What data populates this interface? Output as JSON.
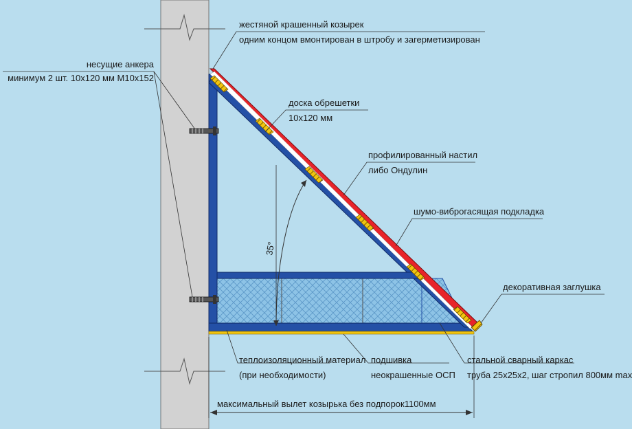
{
  "labels": {
    "visor_1": "жестяной крашенный козырек",
    "visor_2": "одним концом вмонтирован в штробу и загерметизирован",
    "anchors_1": "несущие анкера",
    "anchors_2": "минимум 2 шт. 10x120 мм М10x152",
    "board_1": "доска обрешетки",
    "board_2": "10x120 мм",
    "deck_1": "профилированный настил",
    "deck_2": "либо Ондулин",
    "pad": "шумо-виброгасящая подкладка",
    "plug": "декоративная заглушка",
    "insul_1": "теплоизоляционный материал",
    "insul_2": "(при необходимости)",
    "soffit_1": "подшивка",
    "soffit_2": "неокрашенные ОСП",
    "frame_1": "стальной сварный каркас",
    "frame_2": "труба 25x25x2, шаг стропил 800мм max",
    "angle": "35°",
    "dimension": "максимальный вылет козырька без подпорок1100мм"
  },
  "colors": {
    "background": "#b9ddee",
    "wall": "#d2d2d2",
    "frame": "#2450a6",
    "roof": "#e8242a",
    "batten": "#f1c40f",
    "insulation": "#8dc3e6"
  }
}
